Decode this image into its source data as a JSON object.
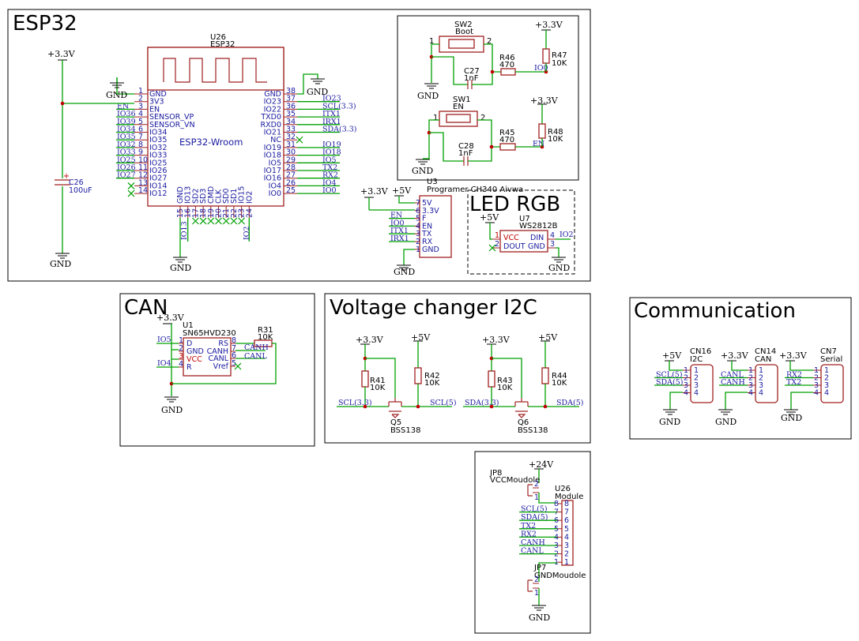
{
  "sections": {
    "esp32": "ESP32",
    "led": "LED RGB",
    "can": "CAN",
    "volt": "Voltage changer I2C",
    "comm": "Communication"
  },
  "power": {
    "v33": "+3.3V",
    "v5": "+5V",
    "v24": "+24V",
    "gnd": "GND"
  },
  "u26": {
    "ref": "U26",
    "value": "ESP32",
    "name": "ESP32-Wroom",
    "left_pins": [
      {
        "num": "1",
        "name": "GND",
        "net": ""
      },
      {
        "num": "2",
        "name": "3V3",
        "net": ""
      },
      {
        "num": "3",
        "name": "EN",
        "net": "EN"
      },
      {
        "num": "4",
        "name": "SENSOR_VP",
        "net": "IO36"
      },
      {
        "num": "5",
        "name": "SENSOR_VN",
        "net": "IO39"
      },
      {
        "num": "6",
        "name": "IO34",
        "net": "IO34"
      },
      {
        "num": "7",
        "name": "IO35",
        "net": "IO35"
      },
      {
        "num": "8",
        "name": "IO32",
        "net": "IO32"
      },
      {
        "num": "9",
        "name": "IO33",
        "net": "IO33"
      },
      {
        "num": "10",
        "name": "IO25",
        "net": "IO25"
      },
      {
        "num": "11",
        "name": "IO26",
        "net": "IO26"
      },
      {
        "num": "12",
        "name": "IO27",
        "net": "IO27"
      },
      {
        "num": "13",
        "name": "IO14",
        "net": ""
      },
      {
        "num": "14",
        "name": "IO12",
        "net": ""
      }
    ],
    "right_pins": [
      {
        "num": "38",
        "name": "GND",
        "net": ""
      },
      {
        "num": "37",
        "name": "IO23",
        "net": "IO23"
      },
      {
        "num": "36",
        "name": "IO22",
        "net": "SCL(3.3)"
      },
      {
        "num": "35",
        "name": "TXD0",
        "net": "ITX1"
      },
      {
        "num": "34",
        "name": "RXD0",
        "net": "IRX1"
      },
      {
        "num": "33",
        "name": "IO21",
        "net": "SDA(3.3)"
      },
      {
        "num": "32",
        "name": "NC",
        "net": ""
      },
      {
        "num": "31",
        "name": "IO19",
        "net": "IO19"
      },
      {
        "num": "30",
        "name": "IO18",
        "net": "IO18"
      },
      {
        "num": "29",
        "name": "IO5",
        "net": "IO5"
      },
      {
        "num": "28",
        "name": "IO17",
        "net": "TX2"
      },
      {
        "num": "27",
        "name": "IO16",
        "net": "RX2"
      },
      {
        "num": "26",
        "name": "IO4",
        "net": "IO4"
      },
      {
        "num": "25",
        "name": "IO0",
        "net": "IO0"
      }
    ],
    "bottom_pins": [
      {
        "num": "15",
        "name": "GND"
      },
      {
        "num": "16",
        "name": "IO13"
      },
      {
        "num": "17",
        "name": "SD2"
      },
      {
        "num": "18",
        "name": "SD3"
      },
      {
        "num": "19",
        "name": "CMD"
      },
      {
        "num": "20",
        "name": "CLK"
      },
      {
        "num": "21",
        "name": "SD0"
      },
      {
        "num": "22",
        "name": "SD1"
      },
      {
        "num": "23",
        "name": "IO15"
      },
      {
        "num": "24",
        "name": "IO2"
      }
    ],
    "bottom_nets": [
      "IO13",
      "IO2"
    ]
  },
  "c26": {
    "ref": "C26",
    "value": "100uF",
    "plus": "+"
  },
  "boot": {
    "sw2": {
      "ref": "SW2",
      "value": "Boot",
      "p1": "1",
      "p2": "2"
    },
    "c27": {
      "ref": "C27",
      "value": "1nF"
    },
    "r46": {
      "ref": "R46",
      "value": "470"
    },
    "r47": {
      "ref": "R47",
      "value": "10K"
    },
    "net": "IO0"
  },
  "en": {
    "sw1": {
      "ref": "SW1",
      "value": "EN",
      "p1": "1",
      "p2": "2"
    },
    "c28": {
      "ref": "C28",
      "value": "1nF"
    },
    "r45": {
      "ref": "R45",
      "value": "470"
    },
    "r48": {
      "ref": "R48",
      "value": "10K"
    },
    "net": "EN"
  },
  "u3": {
    "ref": "U3",
    "value": "Programer CH340 Aivwa",
    "pins": [
      {
        "num": "7",
        "name": "5V",
        "net": ""
      },
      {
        "num": "6",
        "name": "3.3V",
        "net": ""
      },
      {
        "num": "5",
        "name": "F",
        "net": "EN"
      },
      {
        "num": "4",
        "name": "EN",
        "net": "IO0"
      },
      {
        "num": "3",
        "name": "TX",
        "net": "ITX1"
      },
      {
        "num": "2",
        "name": "RX",
        "net": "IRX1"
      },
      {
        "num": "1",
        "name": "GND",
        "net": ""
      }
    ]
  },
  "u7": {
    "ref": "U7",
    "value": "WS2812B",
    "pins": {
      "vcc": "VCC",
      "dout": "DOUT",
      "din": "DIN",
      "gnd": "GND",
      "p1": "1",
      "p2": "2",
      "p3": "3",
      "p4": "4"
    },
    "net": "IO2"
  },
  "u1": {
    "ref": "U1",
    "value": "SN65HVD230",
    "pins": [
      {
        "num": "1",
        "name": "D"
      },
      {
        "num": "2",
        "name": "GND"
      },
      {
        "num": "3",
        "name": "VCC"
      },
      {
        "num": "4",
        "name": "R"
      },
      {
        "num": "8",
        "name": "RS"
      },
      {
        "num": "7",
        "name": "CANH"
      },
      {
        "num": "6",
        "name": "CANL"
      },
      {
        "num": "5",
        "name": "Vref"
      }
    ],
    "nets": {
      "d": "IO5",
      "r": "IO4",
      "canh": "CANH",
      "canl": "CANL"
    }
  },
  "r31": {
    "ref": "R31",
    "value": "10K"
  },
  "shifter1": {
    "r41": {
      "ref": "R41",
      "value": "10K"
    },
    "r42": {
      "ref": "R42",
      "value": "10K"
    },
    "q5": {
      "ref": "Q5",
      "value": "BSS138"
    },
    "left": "SCL(3.3)",
    "right": "SCL(5)"
  },
  "shifter2": {
    "r43": {
      "ref": "R43",
      "value": "10K"
    },
    "r44": {
      "ref": "R44",
      "value": "10K"
    },
    "q6": {
      "ref": "Q6",
      "value": "BSS138"
    },
    "left": "SDA(3.3)",
    "right": "SDA(5)"
  },
  "cn16": {
    "ref": "CN16",
    "value": "I2C",
    "nets": [
      "",
      "SCL(5)",
      "SDA(5)",
      ""
    ],
    "nums": [
      "1",
      "2",
      "3",
      "4"
    ]
  },
  "cn14": {
    "ref": "CN14",
    "value": "CAN",
    "nets": [
      "",
      "CANL",
      "CANH",
      ""
    ],
    "nums": [
      "1",
      "2",
      "3",
      "4"
    ]
  },
  "cn7": {
    "ref": "CN7",
    "value": "Serial",
    "nets": [
      "",
      "RX2",
      "TX2",
      ""
    ],
    "nums": [
      "1",
      "2",
      "3",
      "4"
    ]
  },
  "module": {
    "ref": "U26",
    "value": "Module",
    "jp8": {
      "ref": "JP8",
      "value": "VCCMoudole",
      "p1": "1",
      "p2": "2"
    },
    "jp7": {
      "ref": "JP7",
      "value": "GNDMoudole",
      "p1": "1",
      "p2": "2"
    },
    "pins": [
      {
        "num": "8",
        "net": ""
      },
      {
        "num": "7",
        "net": "SCL(5)"
      },
      {
        "num": "6",
        "net": "SDA(5)"
      },
      {
        "num": "5",
        "net": "TX2"
      },
      {
        "num": "4",
        "net": "RX2"
      },
      {
        "num": "3",
        "net": "CANH"
      },
      {
        "num": "2",
        "net": "CANL"
      },
      {
        "num": "1",
        "net": ""
      }
    ]
  }
}
